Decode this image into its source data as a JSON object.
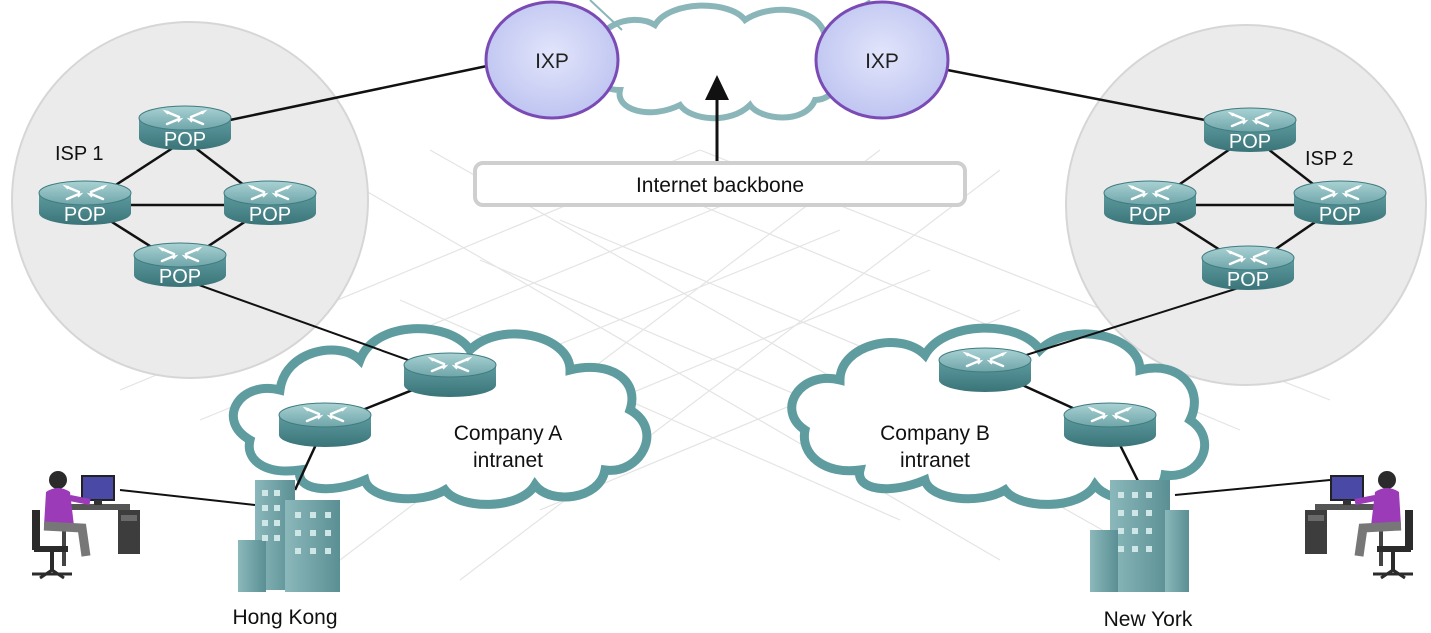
{
  "ixp": {
    "left_label": "IXP",
    "right_label": "IXP"
  },
  "backbone": {
    "label": "Internet backbone"
  },
  "isp1": {
    "label": "ISP 1",
    "pops": [
      "POP",
      "POP",
      "POP",
      "POP"
    ]
  },
  "isp2": {
    "label": "ISP 2",
    "pops": [
      "POP",
      "POP",
      "POP",
      "POP"
    ]
  },
  "company_a": {
    "line1": "Company A",
    "line2": "intranet"
  },
  "company_b": {
    "line1": "Company B",
    "line2": "intranet"
  },
  "cities": {
    "left": "Hong Kong",
    "right": "New York"
  },
  "colors": {
    "ixp_fill": "#cfd3f6",
    "ixp_stroke": "#7a4bb5",
    "isp_fill": "#ebebeb",
    "router_body": "#4f8d92",
    "router_top": "#7fb4b8",
    "cloud_stroke": "#74a8ab",
    "building": "#6e9fa2"
  }
}
